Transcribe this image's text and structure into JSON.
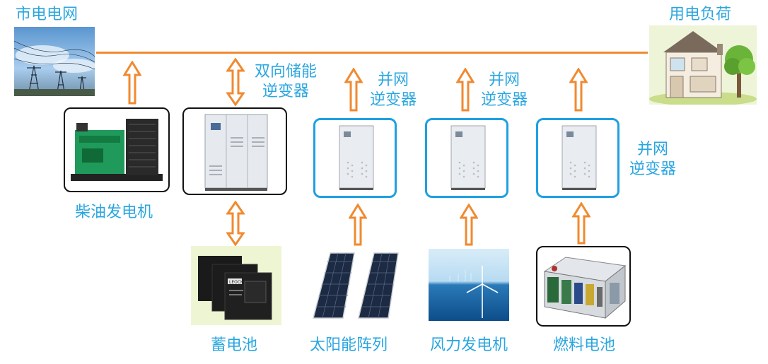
{
  "labels": {
    "grid": "市电电网",
    "load": "用电负荷",
    "bidir_inverter_1": "双向储能",
    "bidir_inverter_2": "逆变器",
    "grid_inverter_a_1": "并网",
    "grid_inverter_a_2": "逆变器",
    "grid_inverter_b_1": "并网",
    "grid_inverter_b_2": "逆变器",
    "grid_inverter_c_1": "并网",
    "grid_inverter_c_2": "逆变器",
    "diesel": "柴油发电机",
    "battery": "蓄电池",
    "solar": "太阳能阵列",
    "wind": "风力发电机",
    "fuelcell": "燃料电池",
    "battery_brand": "LEOCH"
  },
  "colors": {
    "label": "#2aa6e0",
    "bus_line": "#f08a30",
    "arrow": "#f08a30",
    "blue_box": "#1ea0e0",
    "black_box": "#111111"
  }
}
